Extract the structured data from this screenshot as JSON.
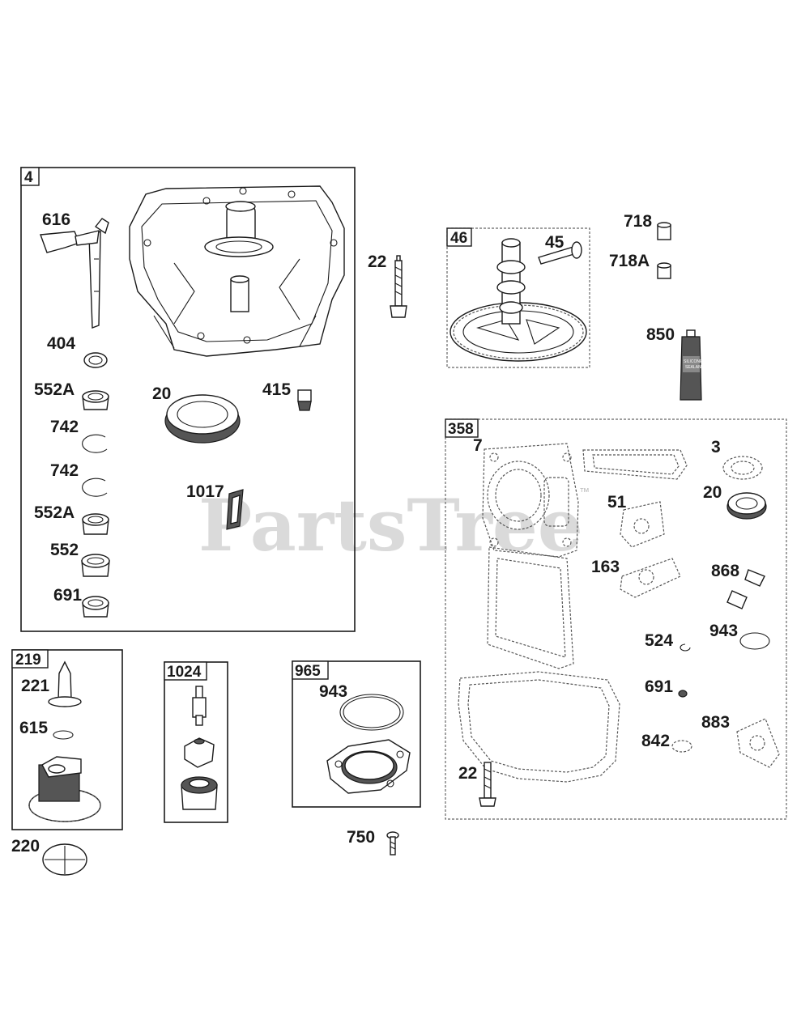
{
  "watermark": "PartsTree",
  "watermark_tm": "™",
  "sealant_text": [
    "SILICONE",
    "SEALANT"
  ],
  "boxes": {
    "b4": "4",
    "b46": "46",
    "b358": "358",
    "b219": "219",
    "b1024": "1024",
    "b965": "965"
  },
  "labels": {
    "l616": "616",
    "l404": "404",
    "l552A_1": "552A",
    "l742_1": "742",
    "l742_2": "742",
    "l552A_2": "552A",
    "l552": "552",
    "l691_1": "691",
    "l20_1": "20",
    "l415": "415",
    "l1017": "1017",
    "l22_1": "22",
    "l45": "45",
    "l718": "718",
    "l718A": "718A",
    "l850": "850",
    "l7": "7",
    "l3": "3",
    "l20_2": "20",
    "l51": "51",
    "l163": "163",
    "l868": "868",
    "l524": "524",
    "l943_1": "943",
    "l691_2": "691",
    "l842": "842",
    "l883": "883",
    "l22_2": "22",
    "l221": "221",
    "l615": "615",
    "l220": "220",
    "l943_2": "943",
    "l750": "750"
  }
}
